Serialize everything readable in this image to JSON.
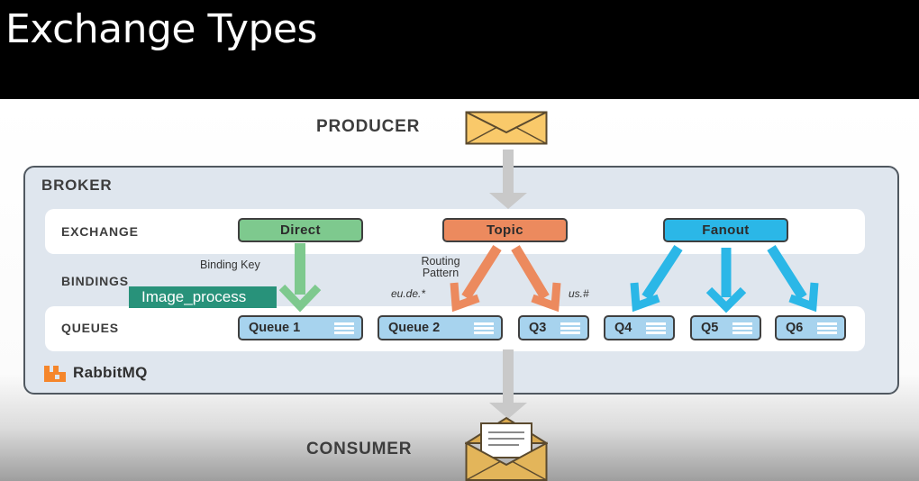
{
  "slide": {
    "title": "Exchange Types"
  },
  "diagram": {
    "producer_label": "PRODUCER",
    "consumer_label": "CONSUMER",
    "broker_label": "BROKER",
    "row_labels": {
      "exchange": "EXCHANGE",
      "bindings": "BINDINGS",
      "queues": "QUEUES"
    },
    "exchanges": {
      "direct": "Direct",
      "topic": "Topic",
      "fanout": "Fanout"
    },
    "binding_key_label": "Binding Key",
    "routing_pattern_label": "Routing Pattern",
    "topic_patterns": {
      "eu": "eu.de.*",
      "us": "us.#"
    },
    "queues": {
      "q1": "Queue 1",
      "q2": "Queue 2",
      "q3": "Q3",
      "q4": "Q4",
      "q5": "Q5",
      "q6": "Q6"
    },
    "brand": "RabbitMQ",
    "overlay_label": "Image_process",
    "colors": {
      "direct": "#7ec98e",
      "topic": "#ec8a5e",
      "fanout": "#2bb7e7",
      "queue": "#a7d3ee",
      "broker": "#dfe6ee",
      "envelope": "#f9c96a",
      "overlay": "#28927a",
      "rabbitmq_brand": "#f5862b"
    },
    "icons": {
      "producer": "envelope-icon",
      "consumer": "open-envelope-icon",
      "queue": "queue-lines-icon",
      "brand": "rabbitmq-logo-icon"
    }
  }
}
